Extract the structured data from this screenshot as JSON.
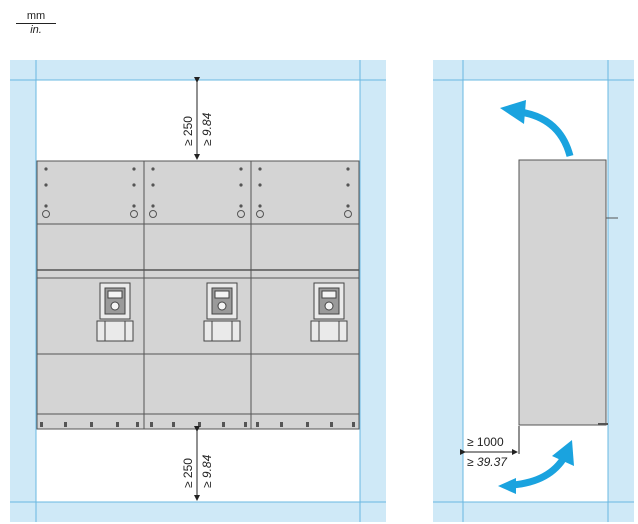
{
  "units": {
    "primary": "mm",
    "secondary": "in."
  },
  "front_view": {
    "clearance_top": {
      "mm": "≥ 250",
      "in": "≥ 9.84"
    },
    "clearance_bottom": {
      "mm": "≥ 250",
      "in": "≥ 9.84"
    },
    "drive_count": 3
  },
  "side_view": {
    "clearance_front": {
      "mm": "≥ 1000",
      "in": "≥ 39.37"
    }
  },
  "colors": {
    "enclosure": "#cfe9f7",
    "enclosure_line": "#6ab8e0",
    "drive_body": "#d4d4d4",
    "drive_outline": "#555555",
    "airflow_arrow": "#1aa3df",
    "dimension_line": "#222222"
  }
}
